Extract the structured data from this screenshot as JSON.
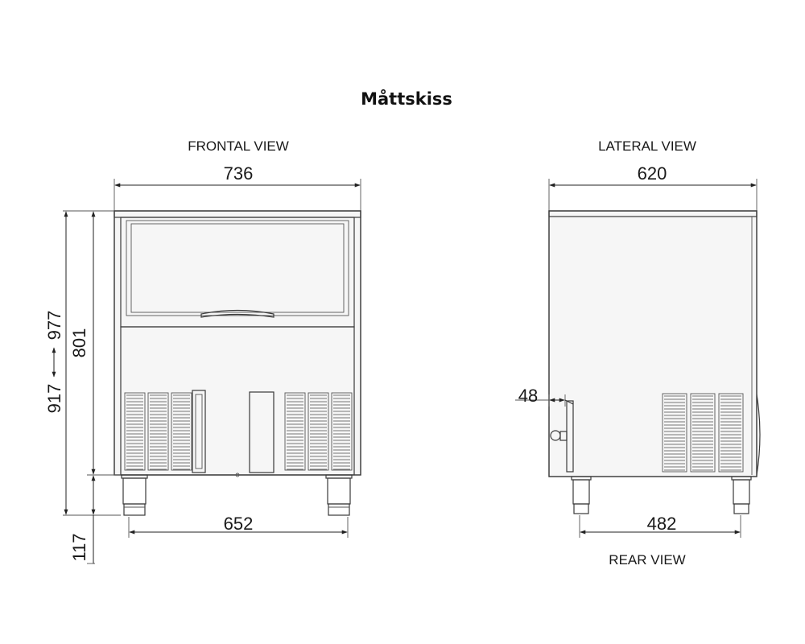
{
  "title": "Måttskiss",
  "views": {
    "frontal": "FRONTAL VIEW",
    "lateral": "LATERAL VIEW",
    "rear": "REAR VIEW"
  },
  "dimensions": {
    "front_width": "736",
    "front_feet_span": "652",
    "body_height": "801",
    "total_height_range": "917 ↔ 977",
    "total_height_min": "917",
    "total_height_max": "977",
    "leg_height": "117",
    "lateral_depth": "620",
    "rear_feet_span": "482",
    "drain_offset": "48"
  }
}
